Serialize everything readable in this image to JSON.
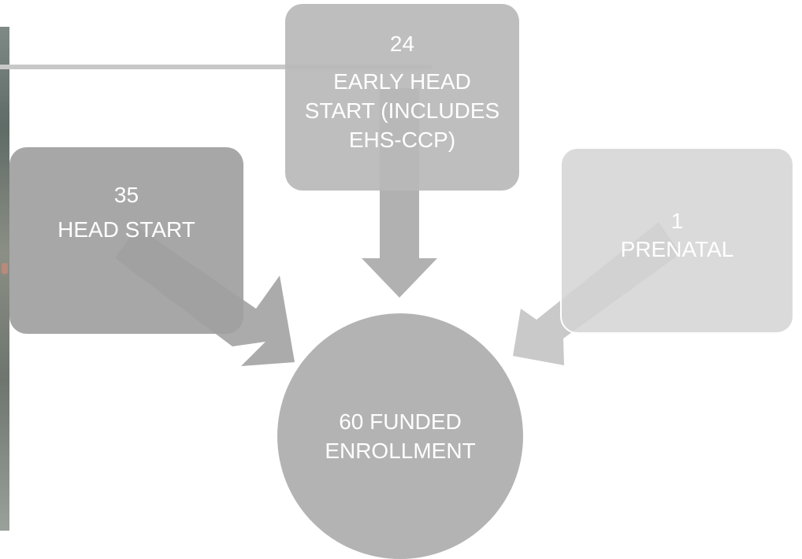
{
  "diagram": {
    "center": {
      "label": "60 FUNDED ENROLLMENT"
    },
    "nodes": [
      {
        "id": "head-start",
        "value": "35",
        "label": "HEAD START"
      },
      {
        "id": "early-head-start",
        "value": "24",
        "label": "EARLY HEAD START (INCLUDES EHS-CCP)"
      },
      {
        "id": "prenatal",
        "value": "1",
        "label": "PRENATAL"
      }
    ]
  },
  "colors": {
    "head_start_box": "#a0a0a0",
    "early_head_start_box": "#b9b9b9",
    "prenatal_box": "#d4d4d4",
    "center_circle": "#b3b3b3",
    "text": "#ffffff"
  }
}
